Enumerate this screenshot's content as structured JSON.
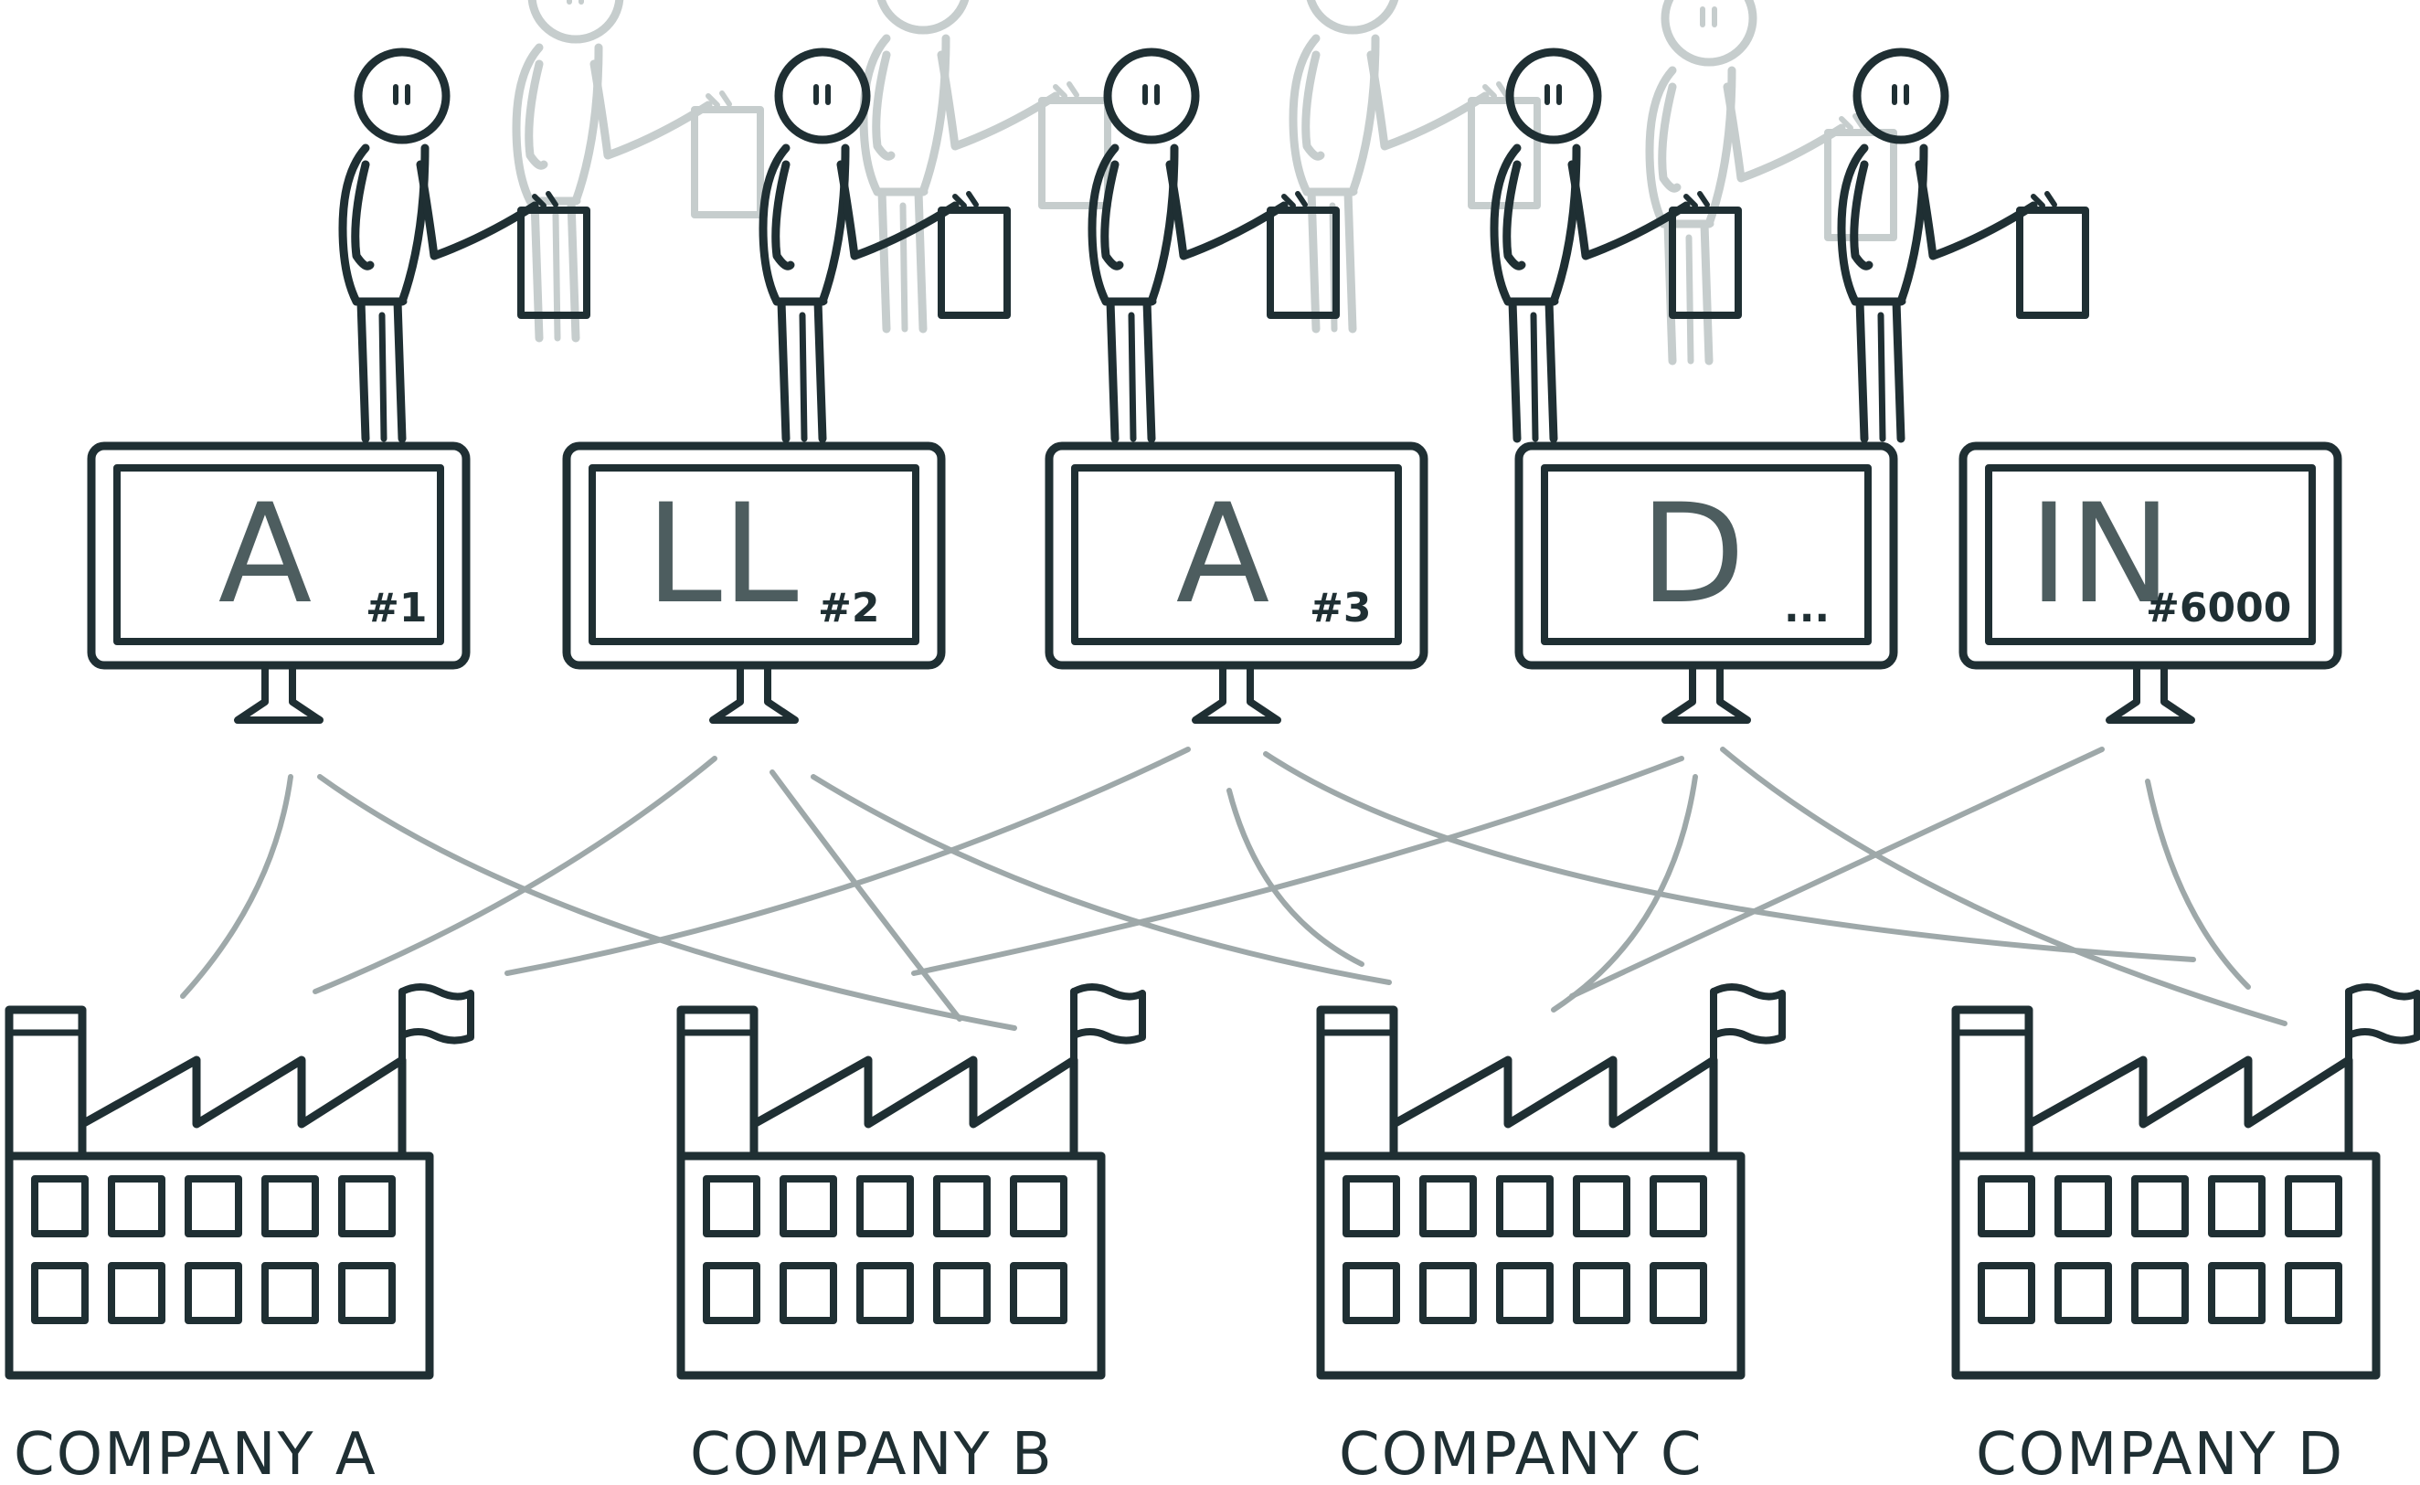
{
  "colors": {
    "ink": "#1f2f33",
    "faded_ink": "#9aa5a6",
    "letter": "#4d5d5f",
    "link": "#8e9a9b",
    "background": "#ffffff"
  },
  "monitors": [
    {
      "letter": "A",
      "tag": "#1"
    },
    {
      "letter": "LL",
      "tag": "#2"
    },
    {
      "letter": "A",
      "tag": "#3"
    },
    {
      "letter": "D",
      "tag": "..."
    },
    {
      "letter": "IN",
      "tag": "#6000"
    }
  ],
  "companies": [
    {
      "label": "COMPANY A"
    },
    {
      "label": "COMPANY B"
    },
    {
      "label": "COMPANY C"
    },
    {
      "label": "COMPANY D"
    }
  ],
  "icons": {
    "person": "person-holding-document-icon",
    "monitor": "computer-monitor-icon",
    "factory": "factory-icon",
    "flag": "flag-icon"
  }
}
